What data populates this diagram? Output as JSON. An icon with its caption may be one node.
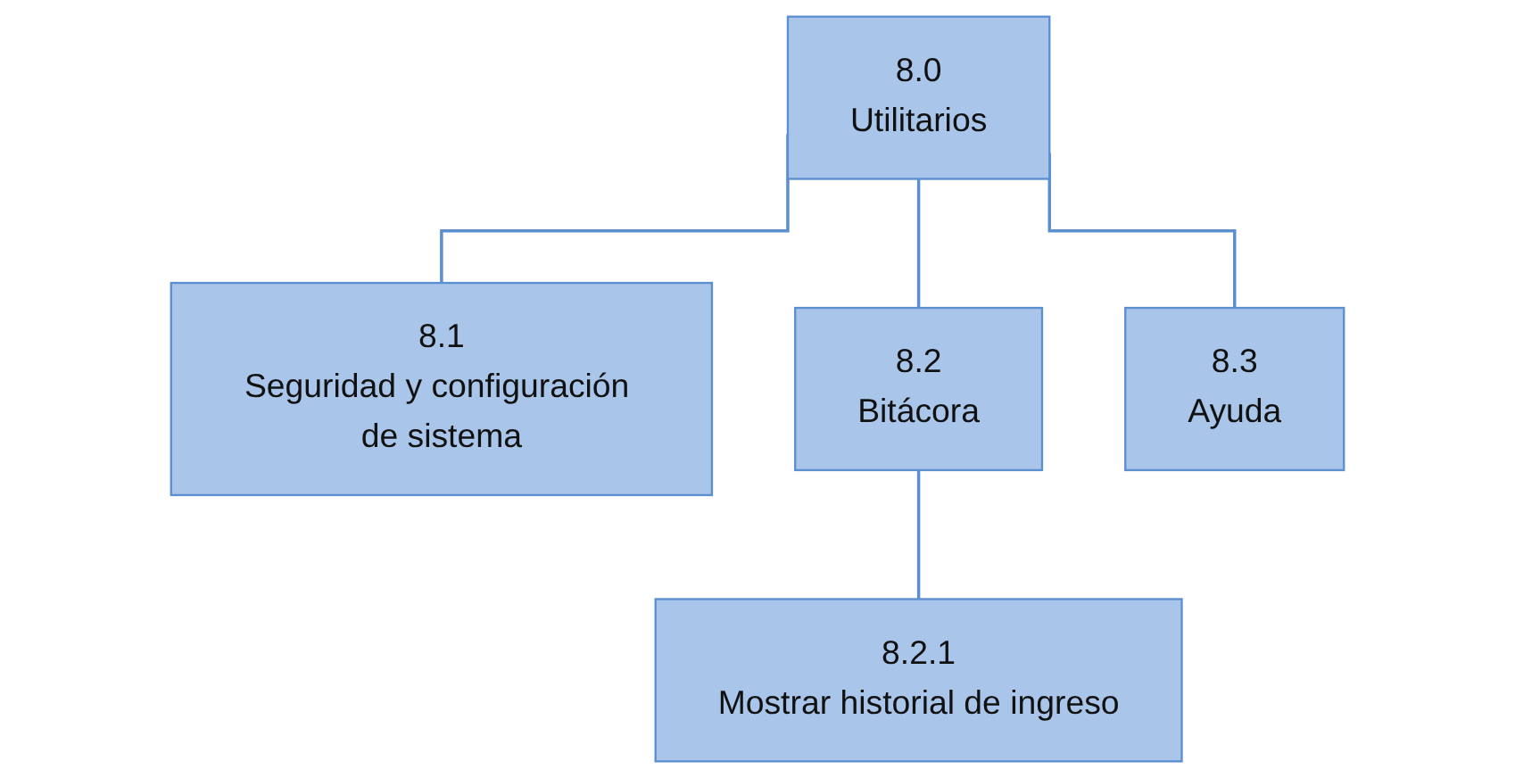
{
  "diagram": {
    "nodes": [
      {
        "text": [
          "8.0",
          "Utilitarios"
        ]
      },
      {
        "text": [
          "8.1",
          "Seguridad y configuración de sistema"
        ]
      },
      {
        "text": [
          "8.2",
          "Bitácora"
        ]
      },
      {
        "text": [
          "8.3",
          "Ayuda"
        ]
      },
      {
        "text": [
          "8.2.1",
          "Mostrar historial de ingreso"
        ]
      }
    ],
    "edges": [
      {
        "from": 0,
        "to": 1,
        "arrow": "none"
      },
      {
        "from": 0,
        "to": 2,
        "arrow": "none"
      },
      {
        "from": 0,
        "to": 3,
        "arrow": "none"
      },
      {
        "from": 2,
        "to": 4,
        "arrow": "none"
      }
    ]
  }
}
